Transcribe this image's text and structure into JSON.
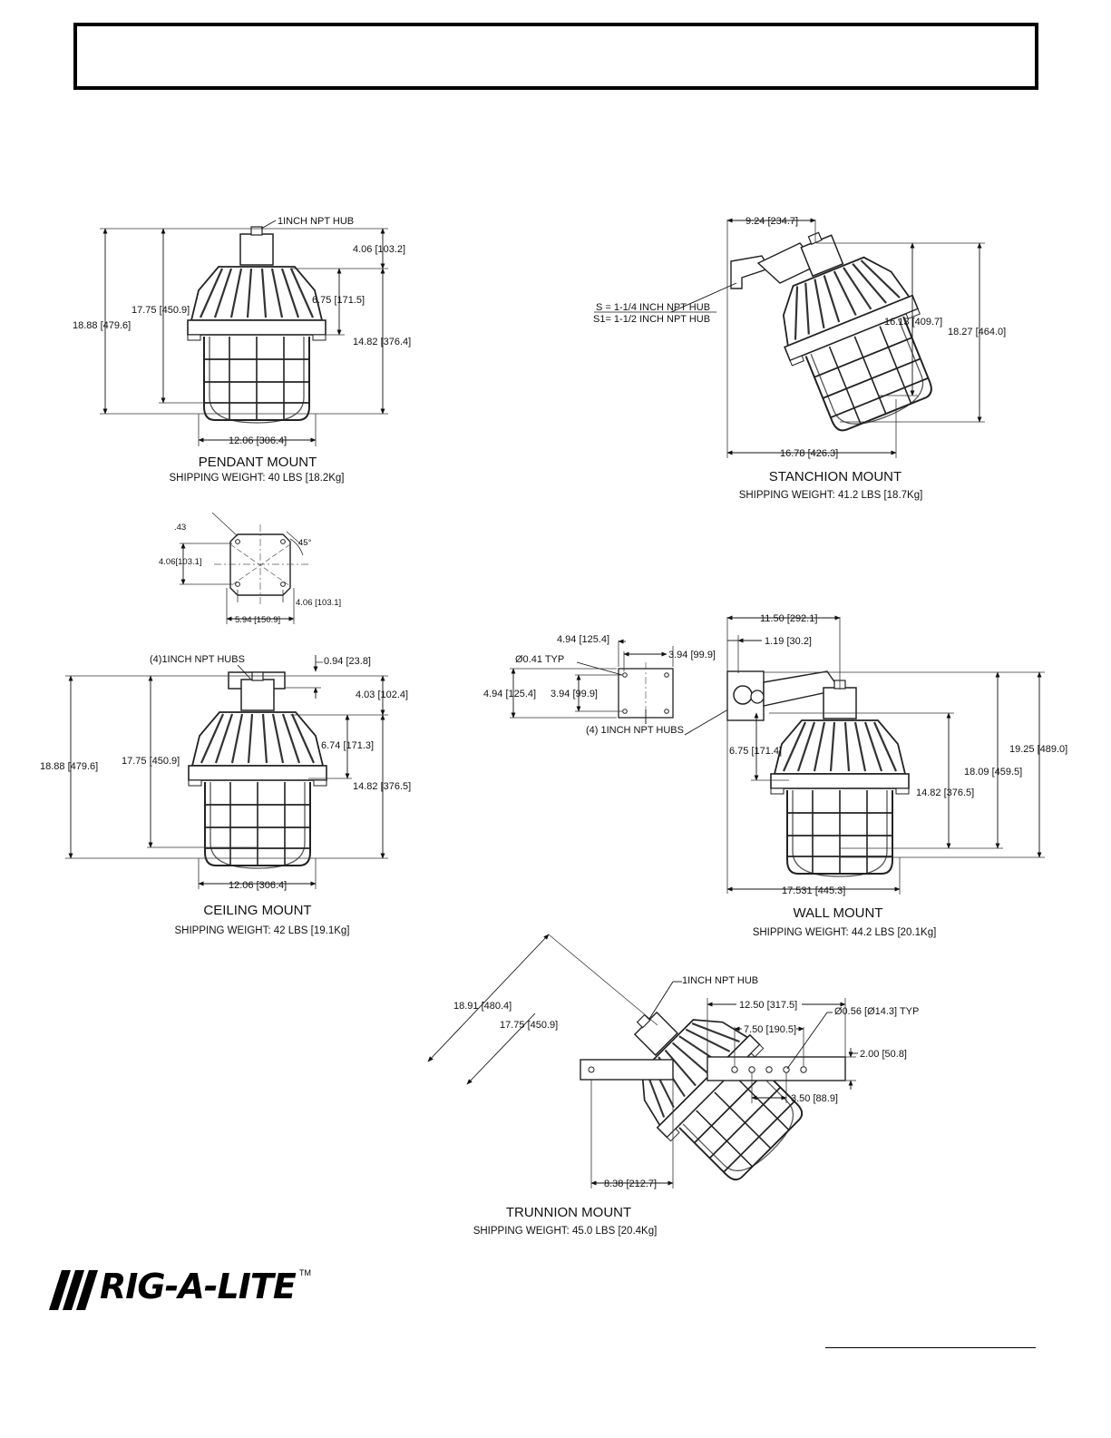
{
  "pendant": {
    "hub": "1INCH NPT HUB",
    "d1": "4.06 [103.2]",
    "d2": "6.75 [171.5]",
    "d3": "17.75 [450.9]",
    "d4": "18.88 [479.6]",
    "d5": "14.82 [376.4]",
    "d6": "12.06 [306.4]",
    "caption": "PENDANT MOUNT",
    "weight": "SHIPPING WEIGHT:  40 LBS [18.2Kg]"
  },
  "plate": {
    "d1": ".43",
    "d2": "45°",
    "d3": "4.06[103.1]",
    "d4": "4.06 [103.1]",
    "d5": "5.94 [150.9]"
  },
  "ceiling": {
    "hubs": "(4)1INCH NPT HUBS",
    "d1": "0.94 [23.8]",
    "d2": "4.03 [102.4]",
    "d3": "6.74 [171.3]",
    "d4": "17.75 [450.9]",
    "d5": "18.88 [479.6]",
    "d6": "14.82 [376.5]",
    "d7": "12.06 [306.4]",
    "caption": "CEILING MOUNT",
    "weight": "SHIPPING WEIGHT: 42 LBS [19.1Kg]"
  },
  "stanchion": {
    "d1": "9.24 [234.7]",
    "hub1": "S = 1-1/4 INCH NPT HUB",
    "hub2": "S1= 1-1/2 INCH NPT HUB",
    "d2": "16.13 [409.7]",
    "d3": "18.27 [464.0]",
    "d4": "16.78 [426.3]",
    "caption": "STANCHION MOUNT",
    "weight": "SHIPPING WEIGHT: 41.2 LBS [18.7Kg]"
  },
  "wall": {
    "d1": "4.94 [125.4]",
    "d2": "3.94 [99.9]",
    "d3": "Ø0.41 TYP",
    "d4": "4.94 [125.4]",
    "d5": "3.94 [99.9]",
    "hubs": "(4) 1INCH NPT HUBS",
    "d6": "11.50 [292.1]",
    "d7": "1.19 [30.2]",
    "d8": "19.25 [489.0]",
    "d9": "6.75 [171.4]",
    "d10": "18.09 [459.5]",
    "d11": "14.82 [376.5]",
    "d12": "17.531 [445.3]",
    "caption": "WALL MOUNT",
    "weight": "SHIPPING WEIGHT:  44.2 LBS [20.1Kg]"
  },
  "trunnion": {
    "hub": "1INCH NPT HUB",
    "d1": "18.91 [480.4]",
    "d2": "17.75 [450.9]",
    "d3": "8.38 [212.7]",
    "d4": "12.50 [317.5]",
    "d5": "7.50 [190.5]",
    "d6": "Ø0.56 [Ø14.3] TYP",
    "d7": "2.00 [50.8]",
    "d8": "3.50 [88.9]",
    "caption": "TRUNNION MOUNT",
    "weight": "SHIPPING WEIGHT:  45.0 LBS [20.4Kg]"
  },
  "logo": {
    "text": "RIG-A-LITE",
    "tm": "TM"
  }
}
